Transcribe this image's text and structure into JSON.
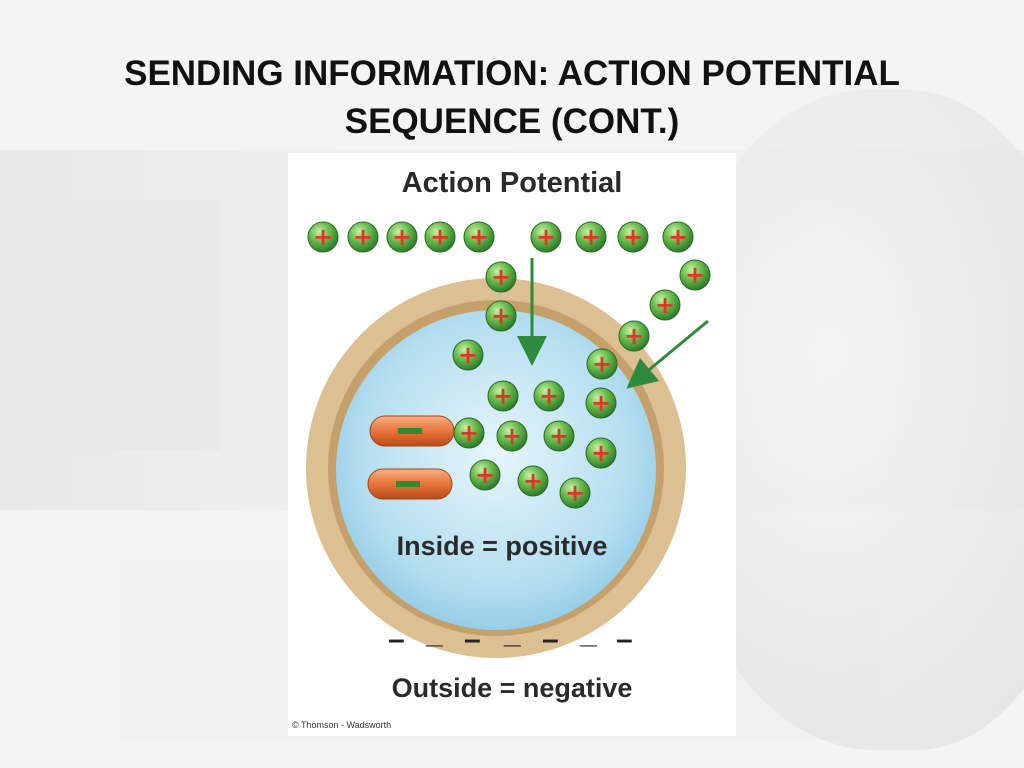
{
  "slide": {
    "title_line1": "SENDING INFORMATION: ACTION POTENTIAL",
    "title_line2": "SEQUENCE (CONT.)"
  },
  "figure": {
    "title": "Action Potential",
    "inside_label": "Inside = positive",
    "outside_label": "Outside = negative",
    "outside_charges": [
      "–",
      "_",
      "–",
      "_",
      "–",
      "_",
      "–"
    ],
    "credit": "© Thomson - Wadsworth",
    "ion_sign": "+",
    "anion_sign": "–",
    "colors": {
      "ion_green": "#3f9a3c",
      "ion_plus": "#e0352b",
      "membrane": "#dcbf93",
      "cytoplasm": "#a9d8ee",
      "anion_orange": "#e8743a",
      "anion_minus": "#2f8a2f",
      "arrow": "#2e8b3e"
    }
  }
}
